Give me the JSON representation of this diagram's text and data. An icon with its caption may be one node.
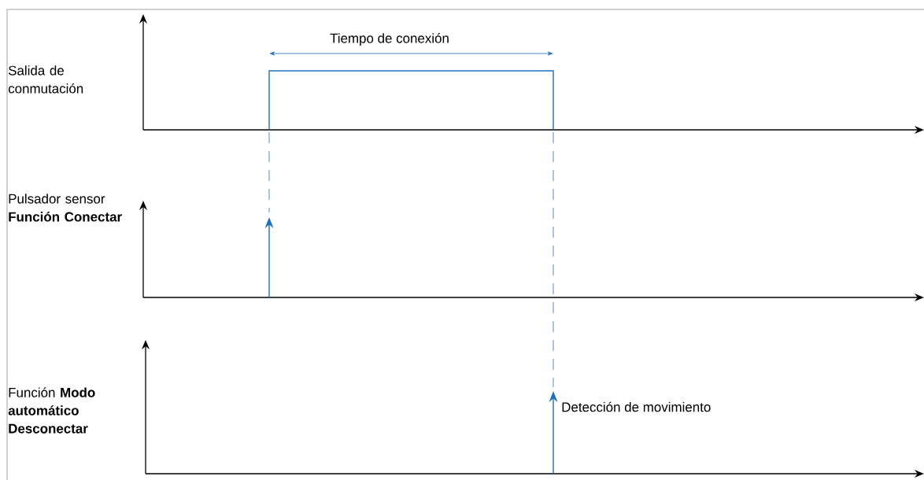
{
  "diagram": {
    "labels": [
      "Tiempo de conexión",
      "Salida de conmutación",
      "Pulsador sensor **Función Conectar**",
      "Función **Modo automático Desconectar**",
      "Detección de movimiento"
    ]
  }
}
